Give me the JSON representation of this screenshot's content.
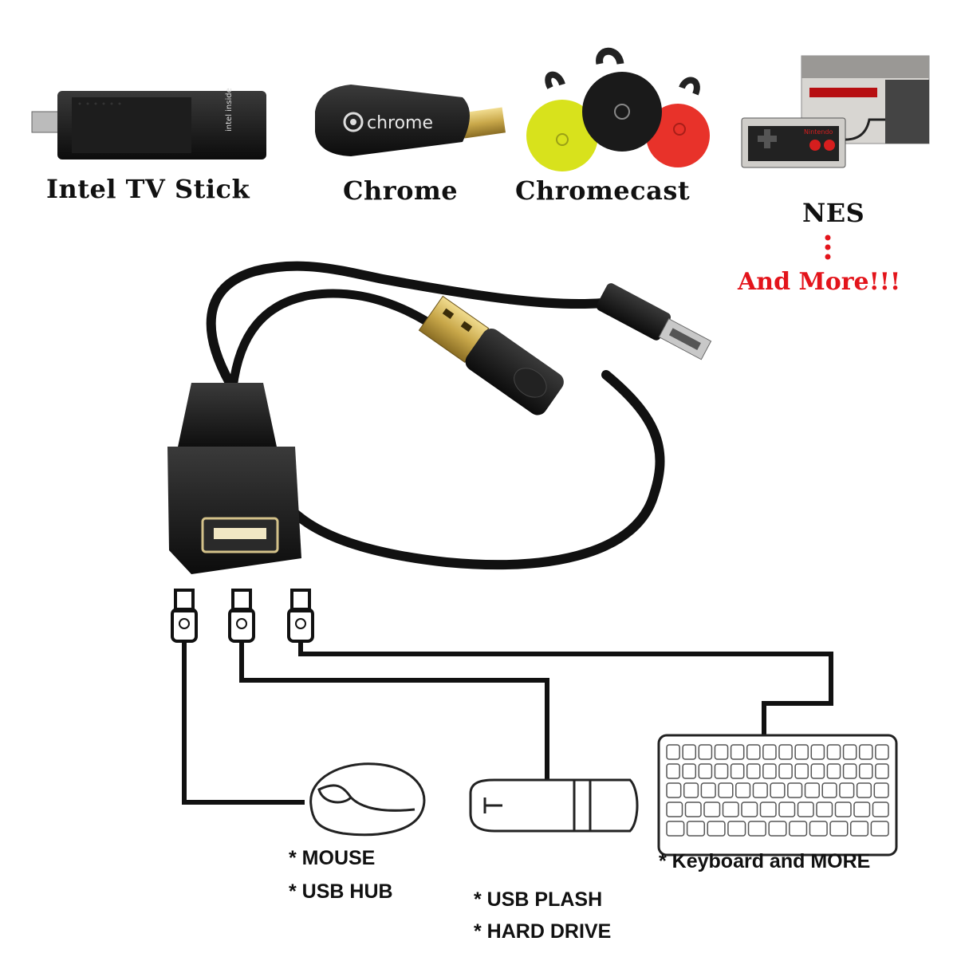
{
  "devices": [
    {
      "label": "Intel TV Stick"
    },
    {
      "label": "Chrome"
    },
    {
      "label": "Chromecast"
    },
    {
      "label": "NES"
    }
  ],
  "device_graphics": {
    "intel_stick_text": "intel inside",
    "chrome_dongle_text": "chrome",
    "nes_brand_text": "Nintendo"
  },
  "more_label": "And More!!!",
  "peripherals": {
    "mouse": [
      "* MOUSE",
      "* USB HUB"
    ],
    "flash": [
      "* USB PLASH",
      "* HARD DRIVE"
    ],
    "keyboard": [
      "* Keyboard and MORE"
    ]
  },
  "colors": {
    "accent_red": "#e3141b",
    "cable_black": "#111111",
    "chromecast_yellow": "#d8e21c",
    "chromecast_black": "#1a1a1a",
    "chromecast_red": "#e8322a",
    "usb_gold": "#c9a84a"
  }
}
